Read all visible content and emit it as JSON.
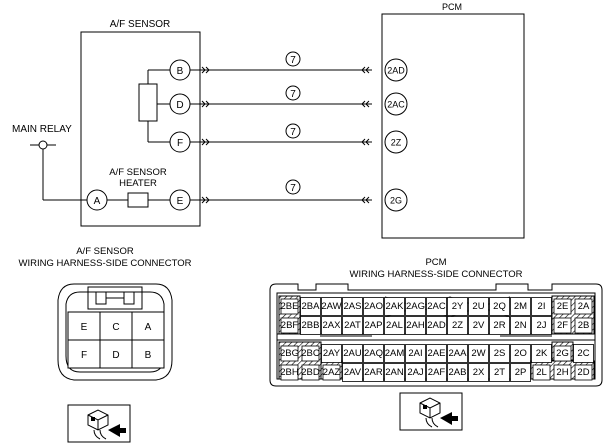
{
  "labels": {
    "af_sensor": "A/F SENSOR",
    "pcm": "PCM",
    "main_relay": "MAIN RELAY",
    "heater_line1": "A/F SENSOR",
    "heater_line2": "HEATER",
    "af_connector_line1": "A/F SENSOR",
    "af_connector_line2": "WIRING HARNESS-SIDE CONNECTOR",
    "pcm_connector_line1": "PCM",
    "pcm_connector_line2": "WIRING HARNESS-SIDE CONNECTOR"
  },
  "sensor_terminals": {
    "b": "B",
    "d": "D",
    "f": "F",
    "a": "A",
    "e": "E"
  },
  "pcm_terminals": {
    "t1": "2AD",
    "t2": "2AC",
    "t3": "2Z",
    "t4": "2G"
  },
  "wire_ref": "7",
  "af_connector_pins": {
    "top": [
      "E",
      "C",
      "A"
    ],
    "bottom": [
      "F",
      "D",
      "B"
    ]
  },
  "pcm_connector": {
    "row1": [
      "2BE",
      "2BA",
      "2AW",
      "2AS",
      "2AO",
      "2AK",
      "2AG",
      "2AC",
      "2Y",
      "2U",
      "2Q",
      "2M",
      "2I",
      "2E",
      "2A"
    ],
    "row2": [
      "2BF",
      "2BB",
      "2AX",
      "2AT",
      "2AP",
      "2AL",
      "2AH",
      "2AD",
      "2Z",
      "2V",
      "2R",
      "2N",
      "2J",
      "2F",
      "2B"
    ],
    "row3": [
      "2BG",
      "2BC",
      "2AY",
      "2AU",
      "2AQ",
      "2AM",
      "2AI",
      "2AE",
      "2AA",
      "2W",
      "2S",
      "2O",
      "2K",
      "2G",
      "2C"
    ],
    "row4": [
      "2BH",
      "2BD",
      "2AZ",
      "2AV",
      "2AR",
      "2AN",
      "2AJ",
      "2AF",
      "2AB",
      "2X",
      "2T",
      "2P",
      "2L",
      "2H",
      "2D"
    ]
  }
}
